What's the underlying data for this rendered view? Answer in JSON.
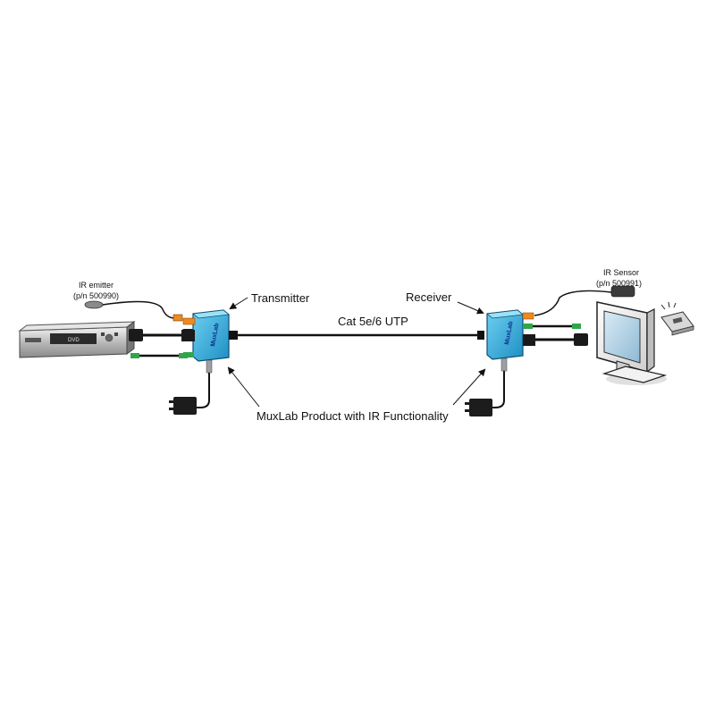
{
  "labels": {
    "ir_emitter_line1": "IR emitter",
    "ir_emitter_line2": "(p/n 500990)",
    "transmitter": "Transmitter",
    "receiver": "Receiver",
    "cable": "Cat 5e/6 UTP",
    "ir_sensor_line1": "IR Sensor",
    "ir_sensor_line2": "(p/n 500991)",
    "product": "MuxLab Product with IR Functionality",
    "dvd": "DVD",
    "brand": "MuxLab"
  },
  "colors": {
    "unit_body": "#3fb6e0",
    "unit_dark": "#1f6f9c",
    "cable": "#111111",
    "orange_plug": "#f08a1c",
    "green_plug": "#2fa64a",
    "gray_plug": "#9aa0a6"
  },
  "icons": {
    "dvd_player": "dvd-player-icon",
    "monitor": "monitor-icon",
    "remote": "remote-control-icon",
    "power_adapter": "power-adapter-icon",
    "ir_emitter": "ir-emitter-icon",
    "ir_sensor": "ir-sensor-icon"
  }
}
